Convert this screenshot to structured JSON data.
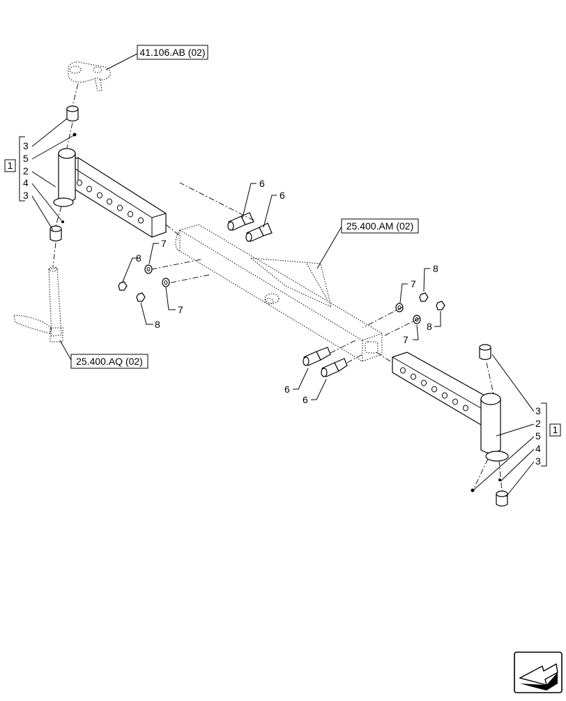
{
  "references": {
    "top_left": "41.106.AB (02)",
    "center": "25.400.AM (02)",
    "bottom_left": "25.400.AQ (02)"
  },
  "left_group": {
    "bracket_label": "1",
    "items": [
      "3",
      "5",
      "2",
      "4",
      "3"
    ]
  },
  "right_group": {
    "bracket_label": "1",
    "items": [
      "3",
      "2",
      "5",
      "4",
      "3"
    ]
  },
  "callouts": {
    "pin_upper_a": "6",
    "pin_upper_b": "6",
    "pin_lower_a": "6",
    "pin_lower_b": "6",
    "nut_left_upper": "8",
    "washer_left_upper": "7",
    "nut_left_lower": "8",
    "washer_left_lower": "7",
    "washer_right_upper": "7",
    "nut_right_upper": "8",
    "washer_right_lower": "7",
    "nut_right_lower": "8"
  },
  "nav_icon": "arrow-back-icon"
}
